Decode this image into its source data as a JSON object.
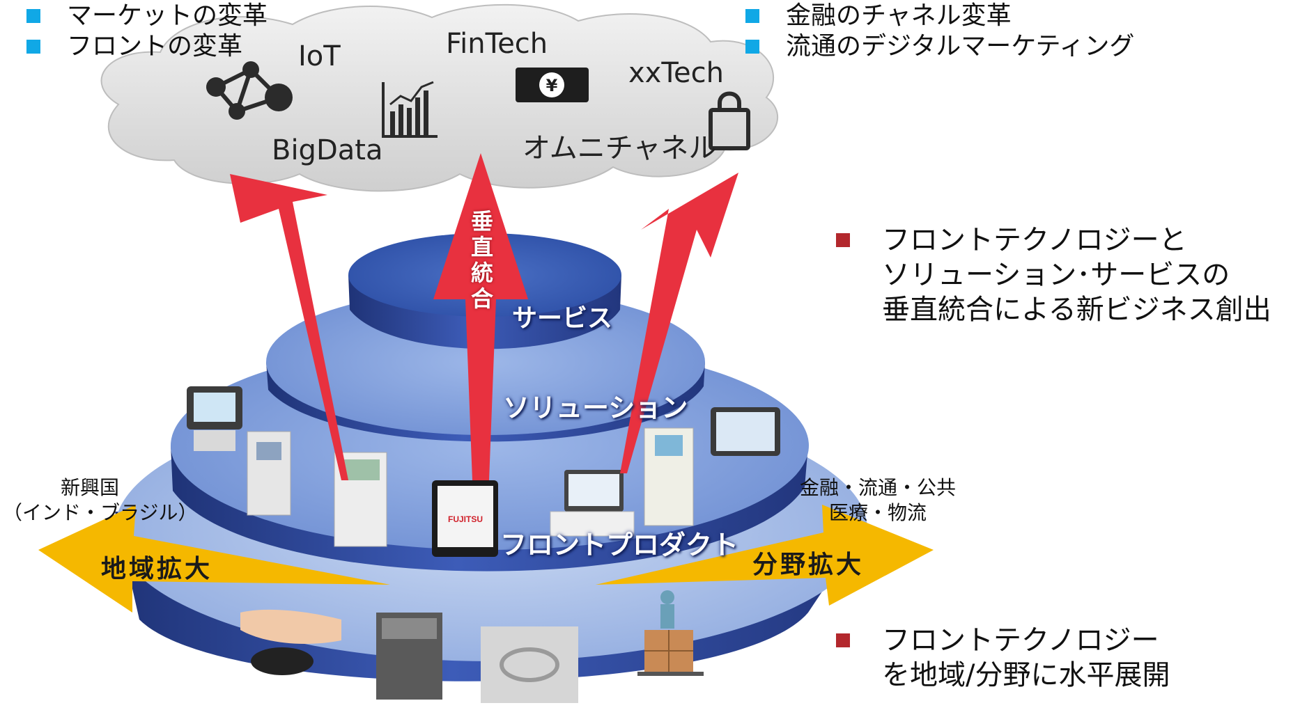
{
  "top_left_bullets": [
    "マーケットの変革",
    "フロントの変革"
  ],
  "top_right_bullets": [
    "金融のチャネル変革",
    "流通のデジタルマーケティング"
  ],
  "cloud": {
    "iot": "IoT",
    "bigdata": "BigData",
    "fintech": "FinTech",
    "xxtech": "xxTech",
    "omni": "オムニチャネル",
    "yen_symbol": "¥"
  },
  "arrow_vertical": "垂直統合",
  "tiers": {
    "service": "サービス",
    "solution": "ソリューション",
    "product": "フロントプロダクト"
  },
  "horizontal": {
    "left_arrow": "地域拡大",
    "right_arrow": "分野拡大",
    "left_region": {
      "line1": "新興国",
      "line2": "（インド・ブラジル）"
    },
    "right_field": {
      "line1": "金融・流通・公共",
      "line2": "医療・物流"
    }
  },
  "summary_vertical": [
    "フロントテクノロジーと",
    "ソリューション･サービスの",
    "垂直統合による新ビジネス創出"
  ],
  "summary_horizontal": [
    "フロントテクノロジー",
    "を地域/分野に水平展開"
  ],
  "product_brand": "FUJITSU",
  "colors": {
    "accent_red": "#e8313f",
    "arrow_gold": "#f5b800",
    "tier_blue_dark": "#2c4aa0",
    "tier_blue_light": "#7c9ad6",
    "bullet_blue": "#10a8e6",
    "bullet_red": "#b3282d"
  }
}
